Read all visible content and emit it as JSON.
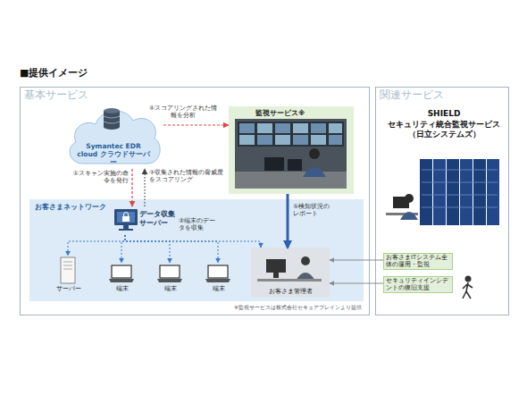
{
  "diagram": {
    "title": "■提供イメージ",
    "nodes": [
      {
        "text": [
          "基本サービス"
        ]
      },
      {
        "text": [
          "Symantec EDR cloud クラウドサーバー"
        ],
        "in": 0
      },
      {
        "text": [
          "監視サービス※"
        ],
        "in": 0
      },
      {
        "text": [
          "お客さまネットワーク"
        ],
        "in": 0
      },
      {
        "text": [
          "データ収集サーバー"
        ],
        "in": 3
      },
      {
        "text": [
          "サーバー"
        ],
        "in": 3
      },
      {
        "text": [
          "端末"
        ],
        "in": 3
      },
      {
        "text": [
          "端末"
        ],
        "in": 3
      },
      {
        "text": [
          "端末"
        ],
        "in": 3
      },
      {
        "text": [
          "お客さま管理者"
        ],
        "in": 3
      },
      {
        "text": [
          "関連サービス"
        ]
      },
      {
        "text": [
          "SHIELD",
          "セキュリティ統合監視サービス （日立システムズ）"
        ],
        "in": 10
      },
      {
        "text": [
          "お客さまITシステム全体の運用・監視"
        ],
        "in": 11
      },
      {
        "text": [
          "セキュリティインシデントの復旧支援"
        ],
        "in": 11
      }
    ],
    "edges": [
      {
        "from": 1,
        "to": 2,
        "label": "④スコアリングされた情報を分析",
        "arrow": "to"
      },
      {
        "from": 1,
        "to": 4,
        "label": "①スキャン実施の命令を発行",
        "arrow": "to"
      },
      {
        "from": 4,
        "to": 1,
        "label": "③収集された情報の脅威度をスコアリング",
        "arrow": "to"
      },
      {
        "from": 4,
        "to": 5,
        "arrow": "to"
      },
      {
        "from": 4,
        "to": 6,
        "label": "②端末のデータを収集",
        "arrow": "to"
      },
      {
        "from": 4,
        "to": 7,
        "arrow": "to"
      },
      {
        "from": 4,
        "to": 8,
        "arrow": "to"
      },
      {
        "from": 4,
        "to": 9,
        "arrow": "to"
      },
      {
        "from": 2,
        "to": 9,
        "label": "⑤検知状況のレポート",
        "arrow": "to"
      },
      {
        "from": 12,
        "to": 9,
        "arrow": "to"
      },
      {
        "from": 13,
        "to": 9,
        "arrow": "to"
      }
    ],
    "labels": [
      "※監視サービスは株式会社セキュアブレインより提供"
    ]
  }
}
